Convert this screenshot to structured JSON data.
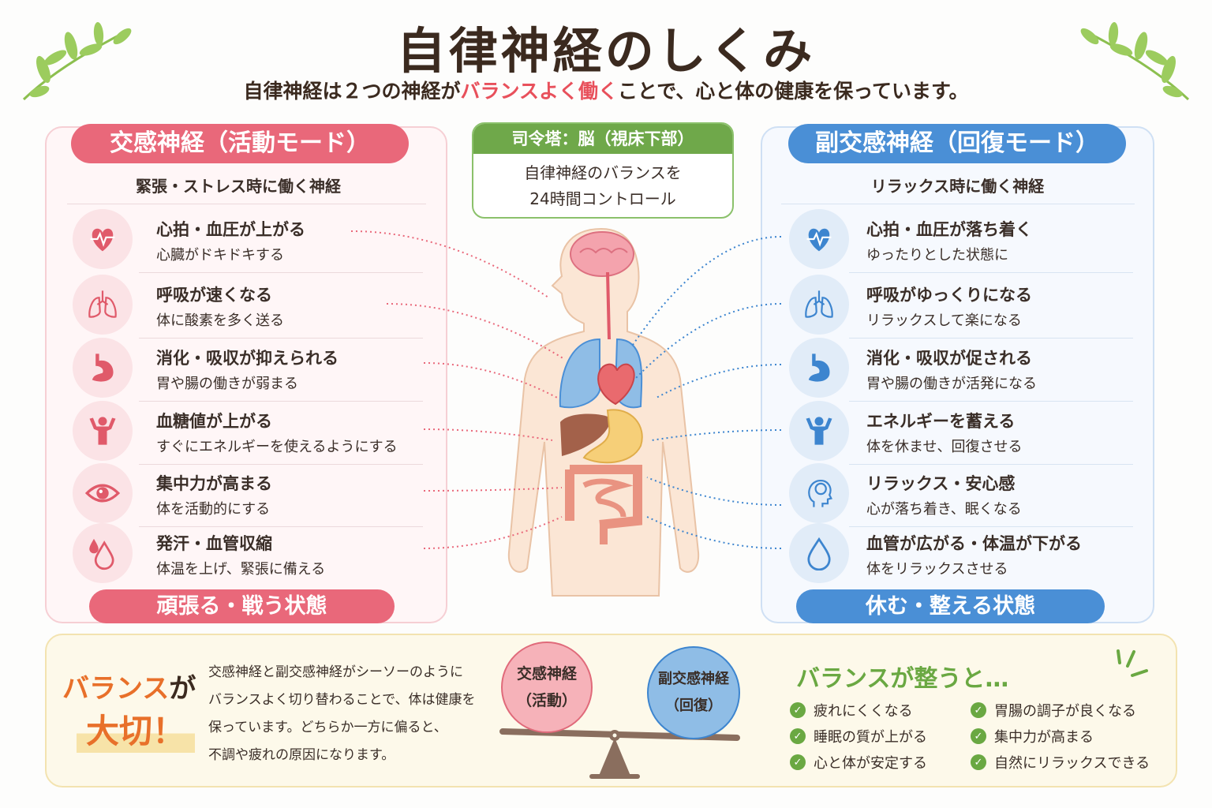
{
  "title": "自律神経のしくみ",
  "subtitle": {
    "pre": "自律神経は２つの神経が",
    "highlight": "バランスよく働く",
    "post": "ことで、心と体の健康を保っています。"
  },
  "sympathetic": {
    "header": "交感神経（活動モード）",
    "sub": "緊張・ストレス時に働く神経",
    "footer": "頑張る・戦う状態",
    "color": "#e9687a",
    "items": [
      {
        "icon": "heart-icon",
        "title": "心拍・血圧が上がる",
        "desc": "心臓がドキドキする"
      },
      {
        "icon": "lungs-icon",
        "title": "呼吸が速くなる",
        "desc": "体に酸素を多く送る"
      },
      {
        "icon": "stomach-icon",
        "title": "消化・吸収が抑えられる",
        "desc": "胃や腸の働きが弱まる"
      },
      {
        "icon": "person-icon",
        "title": "血糖値が上がる",
        "desc": "すぐにエネルギーを使えるようにする"
      },
      {
        "icon": "eye-icon",
        "title": "集中力が高まる",
        "desc": "体を活動的にする"
      },
      {
        "icon": "drops-icon",
        "title": "発汗・血管収縮",
        "desc": "体温を上げ、緊張に備える"
      }
    ]
  },
  "parasympathetic": {
    "header": "副交感神経（回復モード）",
    "sub": "リラックス時に働く神経",
    "footer": "休む・整える状態",
    "color": "#4a8fd6",
    "items": [
      {
        "icon": "heart-icon",
        "title": "心拍・血圧が落ち着く",
        "desc": "ゆったりとした状態に"
      },
      {
        "icon": "lungs-icon",
        "title": "呼吸がゆっくりになる",
        "desc": "リラックスして楽になる"
      },
      {
        "icon": "stomach-icon",
        "title": "消化・吸収が促される",
        "desc": "胃や腸の働きが活発になる"
      },
      {
        "icon": "person-icon",
        "title": "エネルギーを蓄える",
        "desc": "体を休ませ、回復させる"
      },
      {
        "icon": "brain-head-icon",
        "title": "リラックス・安心感",
        "desc": "心が落ち着き、眠くなる"
      },
      {
        "icon": "drop-icon",
        "title": "血管が広がる・体温が下がる",
        "desc": "体をリラックスさせる"
      }
    ]
  },
  "command": {
    "header": "司令塔：脳（視床下部）",
    "line1": "自律神経のバランスを",
    "line2": "24時間コントロール"
  },
  "balance": {
    "heading_a": "バランス",
    "heading_b": "が",
    "heading_c": "大切！",
    "text": [
      "交感神経と副交感神経がシーソーのように",
      "バランスよく切り替わることで、体は健康を",
      "保っています。どちらか一方に偏ると、",
      "不調や疲れの原因になります。"
    ],
    "ball_left": {
      "name": "交感神経",
      "mode": "（活動）"
    },
    "ball_right": {
      "name": "副交感神経",
      "mode": "（回復）"
    },
    "benefits_title": "バランスが整うと…",
    "benefits": [
      "疲れにくくなる",
      "睡眠の質が上がる",
      "心と体が安定する",
      "胃腸の調子が良くなる",
      "集中力が高まる",
      "自然にリラックスできる"
    ]
  }
}
